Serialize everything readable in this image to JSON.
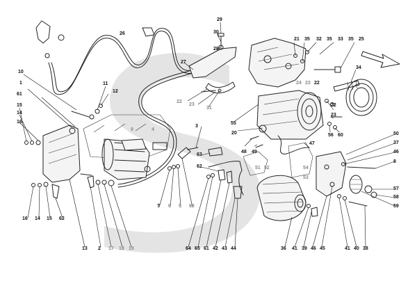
{
  "diagram": {
    "watermark_color": "#d8d8d8",
    "callouts": [
      {
        "id": "29",
        "tone": "dark"
      },
      {
        "id": "30",
        "tone": "dark"
      },
      {
        "id": "28",
        "tone": "dark"
      },
      {
        "id": "27",
        "tone": "dark"
      },
      {
        "id": "26",
        "tone": "dark"
      },
      {
        "id": "21",
        "tone": "dark"
      },
      {
        "id": "35a",
        "label": "35",
        "tone": "dark"
      },
      {
        "id": "32",
        "tone": "dark"
      },
      {
        "id": "35b",
        "label": "35",
        "tone": "dark"
      },
      {
        "id": "33",
        "tone": "dark"
      },
      {
        "id": "35c",
        "label": "35",
        "tone": "dark"
      },
      {
        "id": "25",
        "tone": "dark"
      },
      {
        "id": "34",
        "tone": "dark"
      },
      {
        "id": "10",
        "tone": "dark"
      },
      {
        "id": "11",
        "tone": "dark"
      },
      {
        "id": "12",
        "tone": "dark"
      },
      {
        "id": "1",
        "tone": "dark"
      },
      {
        "id": "61a",
        "label": "61",
        "tone": "dark"
      },
      {
        "id": "15a",
        "label": "15",
        "tone": "dark"
      },
      {
        "id": "14a",
        "label": "14",
        "tone": "dark"
      },
      {
        "id": "16a",
        "label": "16",
        "tone": "dark"
      },
      {
        "id": "22a",
        "label": "22",
        "tone": "grey"
      },
      {
        "id": "23a",
        "label": "23",
        "tone": "grey"
      },
      {
        "id": "31",
        "tone": "grey"
      },
      {
        "id": "9",
        "tone": "grey"
      },
      {
        "id": "4",
        "tone": "grey"
      },
      {
        "id": "24",
        "tone": "grey"
      },
      {
        "id": "23b",
        "label": "23",
        "tone": "grey"
      },
      {
        "id": "22b",
        "label": "22",
        "tone": "dark"
      },
      {
        "id": "55",
        "tone": "dark"
      },
      {
        "id": "22c",
        "label": "22",
        "tone": "dark"
      },
      {
        "id": "23c",
        "label": "23",
        "tone": "dark"
      },
      {
        "id": "56",
        "tone": "dark"
      },
      {
        "id": "60",
        "tone": "dark"
      },
      {
        "id": "3",
        "tone": "dark"
      },
      {
        "id": "20",
        "tone": "dark"
      },
      {
        "id": "48",
        "tone": "dark"
      },
      {
        "id": "49",
        "tone": "dark"
      },
      {
        "id": "47",
        "tone": "dark"
      },
      {
        "id": "50",
        "tone": "dark"
      },
      {
        "id": "37",
        "tone": "dark"
      },
      {
        "id": "46a",
        "label": "46",
        "tone": "dark"
      },
      {
        "id": "8",
        "tone": "dark"
      },
      {
        "id": "63a",
        "label": "63",
        "tone": "dark"
      },
      {
        "id": "62a",
        "label": "62",
        "tone": "dark"
      },
      {
        "id": "51",
        "tone": "grey"
      },
      {
        "id": "52",
        "tone": "grey"
      },
      {
        "id": "54",
        "tone": "grey"
      },
      {
        "id": "53",
        "tone": "grey"
      },
      {
        "id": "57",
        "tone": "dark"
      },
      {
        "id": "58",
        "tone": "dark"
      },
      {
        "id": "59",
        "tone": "dark"
      },
      {
        "id": "7",
        "tone": "dark"
      },
      {
        "id": "6",
        "tone": "grey"
      },
      {
        "id": "5",
        "tone": "grey"
      },
      {
        "id": "63b",
        "label": "63",
        "tone": "grey"
      },
      {
        "id": "16b",
        "label": "16",
        "tone": "dark"
      },
      {
        "id": "14b",
        "label": "14",
        "tone": "dark"
      },
      {
        "id": "15b",
        "label": "15",
        "tone": "dark"
      },
      {
        "id": "62b",
        "label": "62",
        "tone": "dark"
      },
      {
        "id": "13",
        "tone": "dark"
      },
      {
        "id": "2",
        "tone": "dark"
      },
      {
        "id": "17",
        "tone": "grey"
      },
      {
        "id": "18",
        "tone": "grey"
      },
      {
        "id": "19",
        "tone": "grey"
      },
      {
        "id": "64",
        "tone": "dark"
      },
      {
        "id": "65",
        "tone": "dark"
      },
      {
        "id": "61b",
        "label": "61",
        "tone": "dark"
      },
      {
        "id": "42",
        "tone": "dark"
      },
      {
        "id": "43",
        "tone": "dark"
      },
      {
        "id": "44",
        "tone": "dark"
      },
      {
        "id": "36",
        "tone": "dark"
      },
      {
        "id": "41a",
        "label": "41",
        "tone": "dark"
      },
      {
        "id": "39",
        "tone": "dark"
      },
      {
        "id": "46b",
        "label": "46",
        "tone": "dark"
      },
      {
        "id": "45",
        "tone": "dark"
      },
      {
        "id": "41b",
        "label": "41",
        "tone": "dark"
      },
      {
        "id": "40",
        "tone": "dark"
      },
      {
        "id": "38",
        "tone": "dark"
      }
    ]
  }
}
